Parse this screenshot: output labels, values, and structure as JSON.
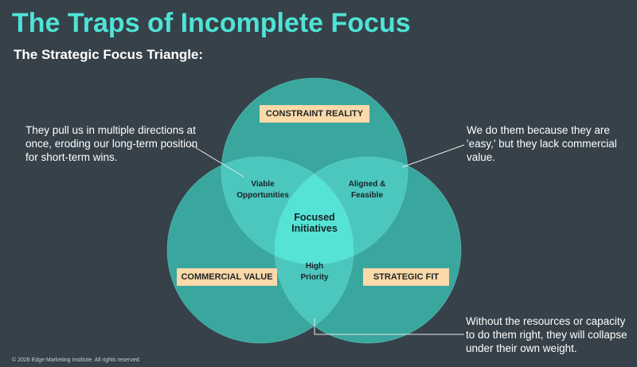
{
  "title": "The Traps of Incomplete Focus",
  "subtitle": "The Strategic Focus Triangle:",
  "circles": {
    "top": "CONSTRAINT REALITY",
    "left": "COMMERCIAL VALUE",
    "right": "STRATEGIC FIT"
  },
  "overlaps": {
    "top_left": [
      "Viable",
      "Opportunities"
    ],
    "top_right": [
      "Aligned &",
      "Feasible"
    ],
    "left_right": [
      "High",
      "Priority"
    ],
    "center": [
      "Focused",
      "Initiatives"
    ]
  },
  "notes": {
    "left": "They pull us in multiple directions at once, eroding our long-term position for short-term wins.",
    "right": "We do them because they are 'easy,' but they lack commercial value.",
    "bottom": "Without the resources or capacity to do them right, they will collapse under their own weight."
  },
  "footer": "© 2026 Edge Marketing Institute. All rights reserved.",
  "colors": {
    "background": "#364149",
    "title": "#4fe3d6",
    "circle": "#3aa79f",
    "overlap": "#4cc7bd",
    "center": "#55e3d6",
    "label_box": "#fbd9a8"
  }
}
